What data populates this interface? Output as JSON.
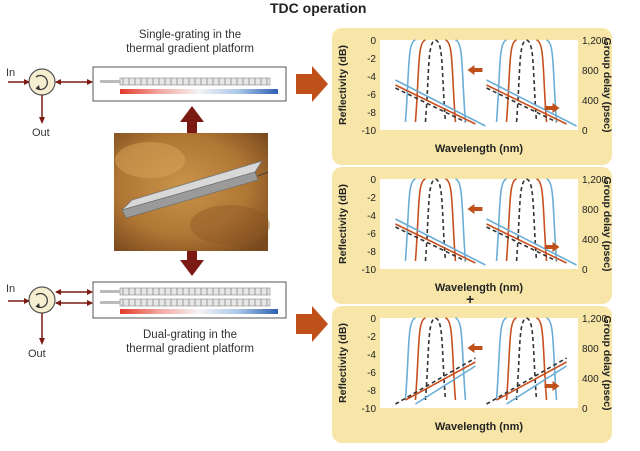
{
  "title": "TDC operation",
  "top_grating": {
    "caption_line1": "Single-grating in the",
    "caption_line2": "thermal gradient platform"
  },
  "bottom_grating": {
    "caption_line1": "Dual-grating in the",
    "caption_line2": "thermal gradient platform"
  },
  "circulator_top": {
    "in_label": "In",
    "out_label": "Out"
  },
  "circulator_bottom": {
    "in_label": "In",
    "out_label": "Out"
  },
  "plus_sign": "+",
  "panels": [
    {
      "ylabel": "Reflectivity (dB)",
      "y2label": "Group delay (psec)",
      "xlabel": "Wavelength (nm)",
      "y_ticks": [
        "0",
        "-2",
        "-4",
        "-6",
        "-8",
        "-10"
      ],
      "y2_ticks": [
        "1,200",
        "800",
        "400",
        "0"
      ]
    },
    {
      "ylabel": "Reflectivity (dB)",
      "y2label": "Group delay (psec)",
      "xlabel": "Wavelength (nm)",
      "y_ticks": [
        "0",
        "-2",
        "-4",
        "-6",
        "-8",
        "-10"
      ],
      "y2_ticks": [
        "1,200",
        "800",
        "400",
        "0"
      ]
    },
    {
      "ylabel": "Reflectivity (dB)",
      "y2label": "Group delay (psec)",
      "xlabel": "Wavelength (nm)",
      "y_ticks": [
        "0",
        "-2",
        "-4",
        "-6",
        "-8",
        "-10"
      ],
      "y2_ticks": [
        "1,200",
        "800",
        "400",
        "0"
      ]
    }
  ],
  "colors": {
    "arrow_dark_red": "#7a1a12",
    "arrow_orange": "#c0501a",
    "panel_bg": "#f7e6a8",
    "curve_blue": "#6aaed6",
    "curve_red": "#c8501e",
    "curve_dashed": "#333333"
  }
}
